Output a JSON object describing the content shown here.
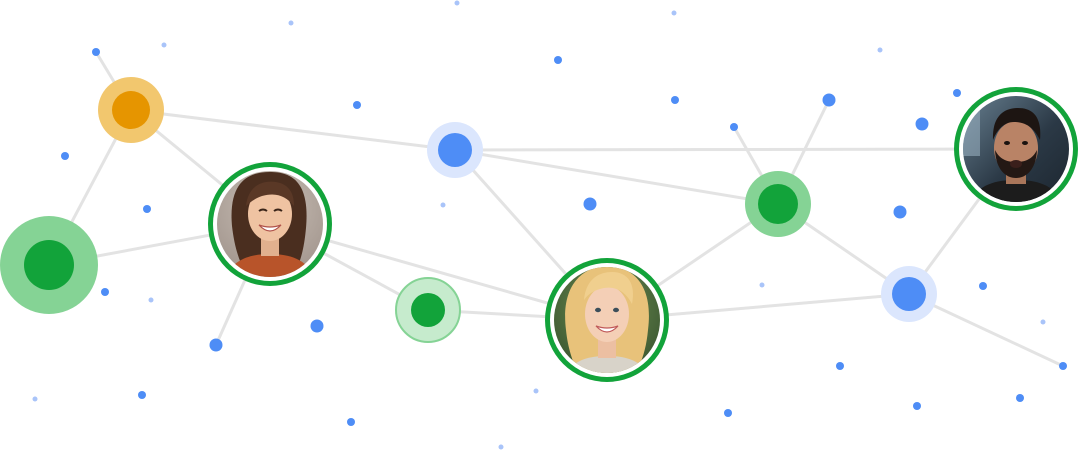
{
  "colors": {
    "edge": "#e3e3e3",
    "blue": "#4e8df6",
    "blue_halo": "#dbe6fd",
    "green": "#12a33a",
    "green_halo": "#85d395",
    "green_halo_light": "#c6ebcd",
    "orange": "#e69500",
    "orange_halo": "#f2c76e",
    "photo_ring": "#12a33a"
  },
  "network": {
    "avatars": [
      {
        "name": "avatar-woman-brunette",
        "photo_icon": "smiling-woman-brunette-portrait"
      },
      {
        "name": "avatar-woman-blonde",
        "photo_icon": "smiling-woman-blonde-portrait"
      },
      {
        "name": "avatar-man-beard",
        "photo_icon": "bearded-man-portrait"
      }
    ],
    "hubs": [
      {
        "name": "orange-hub-node",
        "kind": "orange"
      },
      {
        "name": "green-hub-node-left",
        "kind": "green"
      },
      {
        "name": "green-hub-node-center",
        "kind": "green-light"
      },
      {
        "name": "green-hub-node-right",
        "kind": "green"
      },
      {
        "name": "blue-hub-node-top",
        "kind": "blue"
      },
      {
        "name": "blue-hub-node-right",
        "kind": "blue"
      }
    ]
  }
}
